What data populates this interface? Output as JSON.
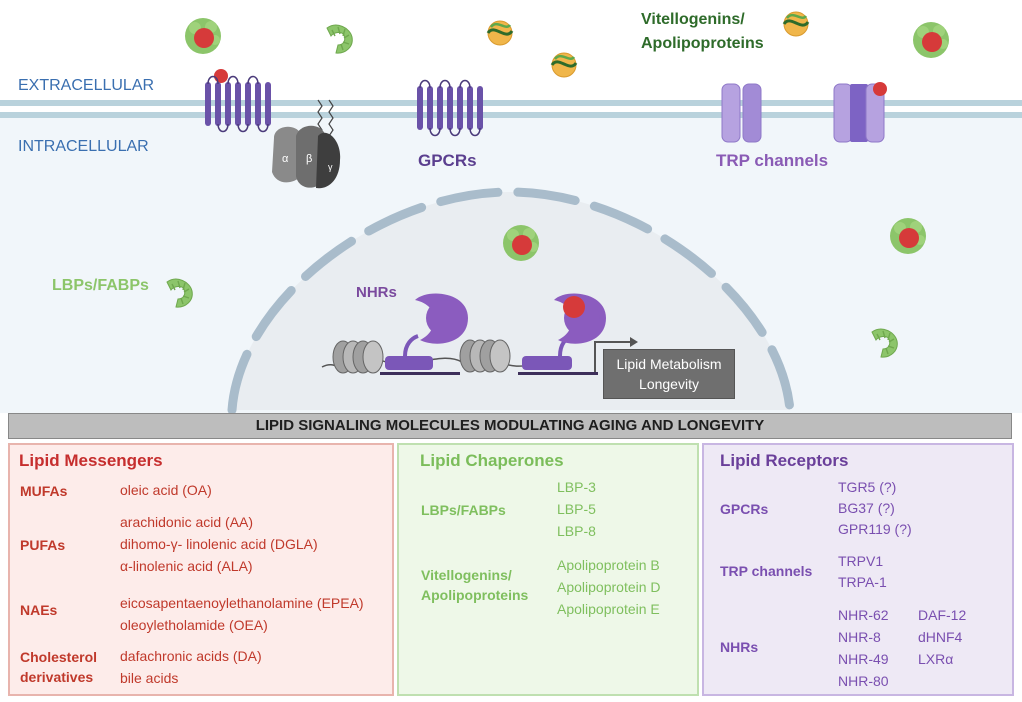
{
  "scene": {
    "extracellular_label": "EXTRACELLULAR",
    "intracellular_label": "INTRACELLULAR",
    "vitellogenins_label_line1": "Vitellogenins/",
    "vitellogenins_label_line2": "Apolipoproteins",
    "gpcrs_label": "GPCRs",
    "trp_label": "TRP channels",
    "lbps_label": "LBPs/FABPs",
    "nhrs_label": "NHRs",
    "g_protein_subunits": [
      "α",
      "β",
      "γ"
    ],
    "target_genes_line1": "Lipid Metabolism",
    "target_genes_line2": "Longevity"
  },
  "banner": "LIPID SIGNALING MOLECULES MODULATING AGING AND LONGEVITY",
  "messengers": {
    "title": "Lipid Messengers",
    "categories": [
      {
        "name": "MUFAs",
        "items": [
          "oleic acid (OA)"
        ]
      },
      {
        "name": "PUFAs",
        "items": [
          "arachidonic acid (AA)",
          "dihomo-γ- linolenic acid (DGLA)",
          "α-linolenic acid (ALA)"
        ]
      },
      {
        "name": "NAEs",
        "items": [
          "eicosapentaenoylethanolamine (EPEA)",
          "oleoyletholamide (OEA)"
        ]
      },
      {
        "name_line1": "Cholesterol",
        "name_line2": "derivatives",
        "items": [
          "dafachronic acids (DA)",
          "bile acids"
        ]
      }
    ]
  },
  "chaperones": {
    "title": "Lipid Chaperones",
    "categories": [
      {
        "name": "LBPs/FABPs",
        "items": [
          "LBP-3",
          "LBP-5",
          "LBP-8"
        ]
      },
      {
        "name_line1": "Vitellogenins/",
        "name_line2": "Apolipoproteins",
        "items": [
          "Apolipoprotein B",
          "Apolipoprotein D",
          "Apolipoprotein E"
        ]
      }
    ]
  },
  "receptors": {
    "title": "Lipid Receptors",
    "categories": [
      {
        "name": "GPCRs",
        "items": [
          "TGR5 (?)",
          "BG37 (?)",
          "GPR119 (?)"
        ]
      },
      {
        "name": "TRP channels",
        "items": [
          "TRPV1",
          "TRPA-1"
        ]
      },
      {
        "name": "NHRs",
        "items": [
          "NHR-62",
          "NHR-8",
          "NHR-49",
          "NHR-80"
        ],
        "items_col2": [
          "DAF-12",
          "dHNF4",
          "LXRα"
        ]
      }
    ]
  },
  "colors": {
    "lipid_red": "#d63a3a",
    "lbp_green": "#8cc56a",
    "receptor_purple": "#6a52a8",
    "membrane_blue": "#b9d2dc",
    "nucleus_gray": "#a9bccb"
  }
}
